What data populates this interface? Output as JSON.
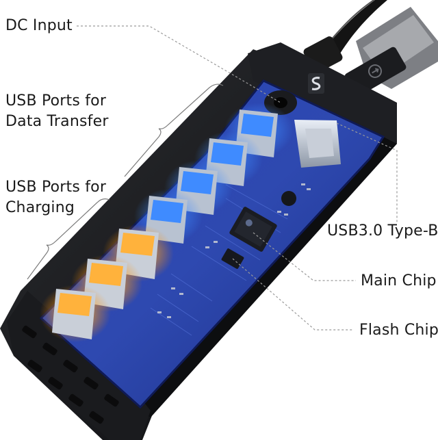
{
  "labels": {
    "dc_input": "DC Input",
    "data_line1": "USB Ports for",
    "data_line2": "Data Transfer",
    "charge_line1": "USB Ports for",
    "charge_line2": "Charging",
    "usb3_type_b": "USB3.0 Type-B",
    "main_chip": "Main Chip",
    "flash_chip": "Flash Chip"
  },
  "icons": {
    "brand_logo": "s-logo-icon",
    "usb_symbol": "usb-trident-icon"
  },
  "colors": {
    "data_port_glow": "#3f8bff",
    "charge_port_glow": "#ffa21a",
    "pcb": "#1f3aa8",
    "housing": "#151619",
    "leader_line": "#9a9a9a"
  },
  "port_counts": {
    "data_transfer": 4,
    "charging": 3
  }
}
